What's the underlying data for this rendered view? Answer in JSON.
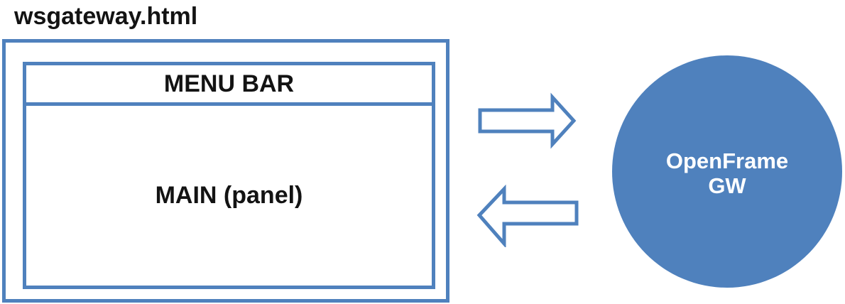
{
  "diagram": {
    "browser_page": {
      "title": "wsgateway.html",
      "menu_bar_label": "MENU BAR",
      "main_label": "MAIN (panel)"
    },
    "gateway": {
      "label_line1": "OpenFrame",
      "label_line2": "GW"
    },
    "arrows": {
      "to_gateway_direction": "right",
      "from_gateway_direction": "left"
    },
    "colors": {
      "accent_blue": "#4f81bd",
      "text_black": "#131313",
      "circle_text_white": "#ffffff"
    }
  }
}
